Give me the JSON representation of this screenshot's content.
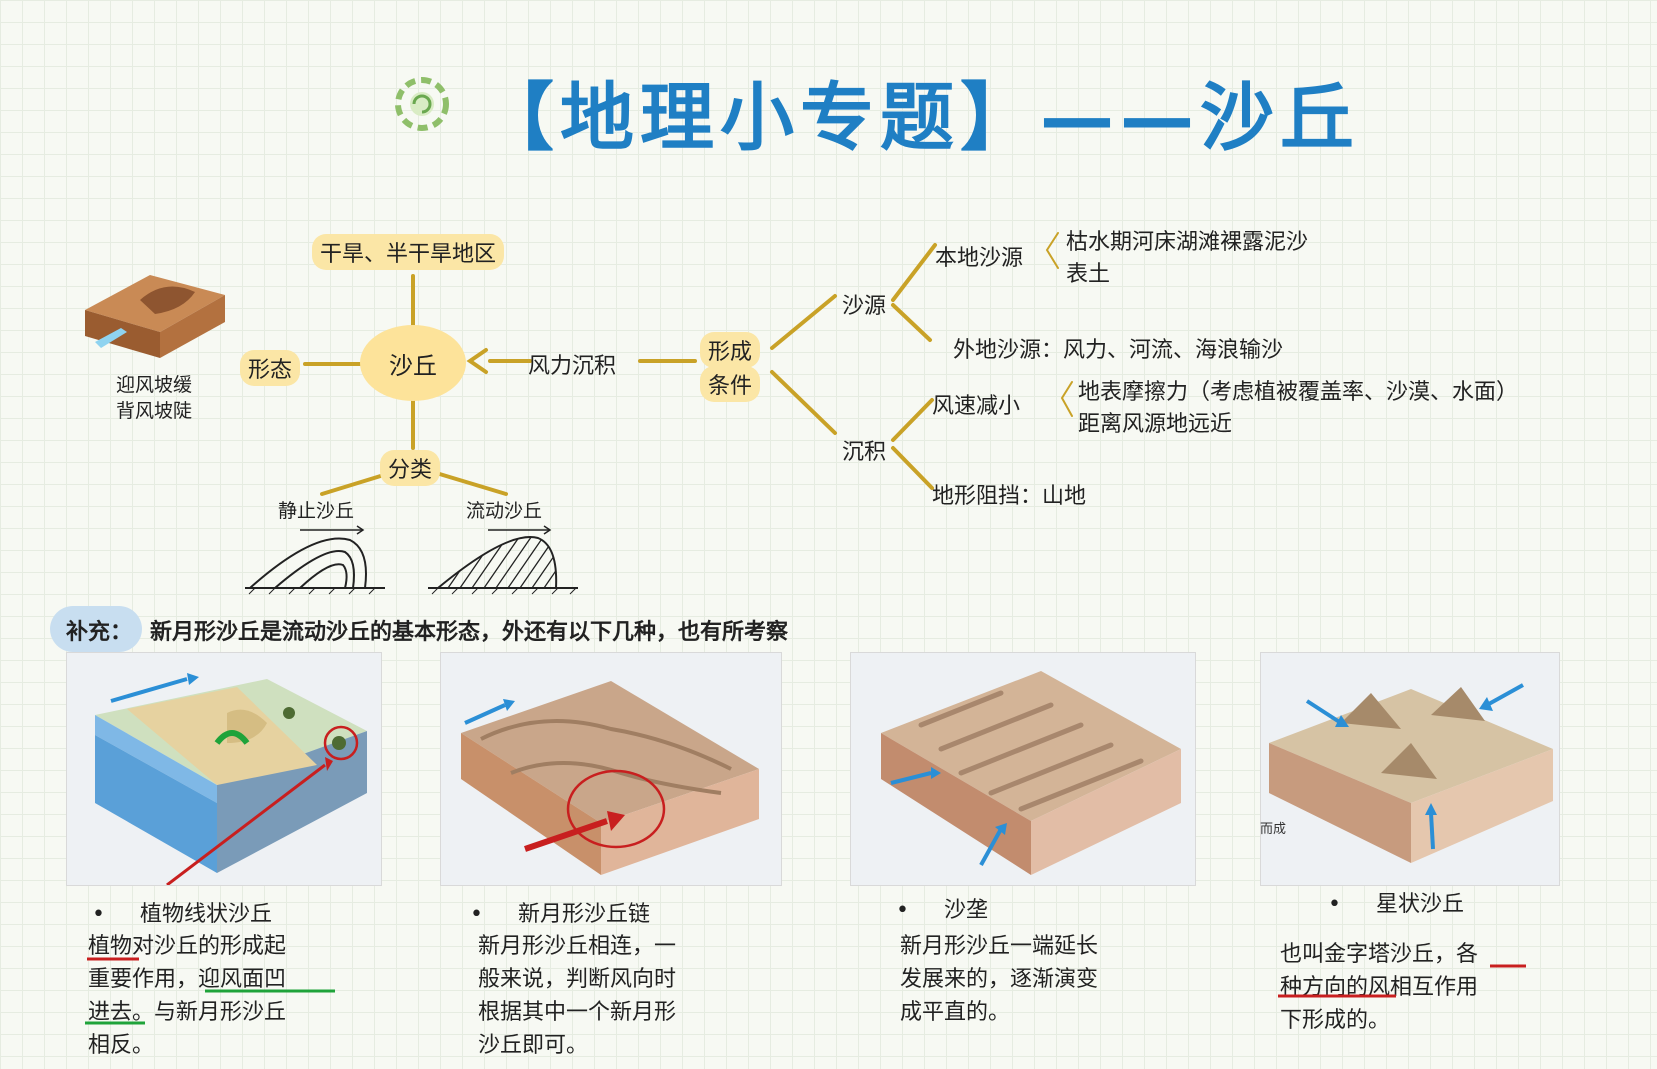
{
  "title": "【地理小专题】——沙丘",
  "mindmap": {
    "center": "沙丘",
    "top": "干旱、半干旱地区",
    "left": "形态",
    "left_caption_1": "迎风坡缓",
    "left_caption_2": "背风坡陡",
    "bottom": "分类",
    "static_dune": "静止沙丘",
    "moving_dune": "流动沙丘",
    "arrow_label": "风力沉积",
    "formation": "形成",
    "conditions": "条件",
    "sand_source": "沙源",
    "local_source": "本地沙源",
    "local_items": [
      "枯水期河床湖滩裸露泥沙",
      "表土"
    ],
    "external_source": "外地沙源：风力、河流、海浪输沙",
    "deposition": "沉积",
    "wind_decrease": "风速减小",
    "wind_items": [
      "地表摩擦力（考虑植被覆盖率、沙漠、水面）",
      "距离风源地远近"
    ],
    "terrain_block": "地形阻挡：山地"
  },
  "supplement": {
    "tag": "补充：",
    "text": "新月形沙丘是流动沙丘的基本形态，外还有以下几种，也有所考察"
  },
  "cards": [
    {
      "title": "植物线状沙丘",
      "lines": [
        "植物对沙丘的形成起",
        "重要作用，迎风面凹",
        "进去。与新月形沙丘",
        "相反。"
      ]
    },
    {
      "title": "新月形沙丘链",
      "lines": [
        "新月形沙丘相连，一",
        "般来说，判断风向时",
        "根据其中一个新月形",
        "沙丘即可。"
      ]
    },
    {
      "title": "沙垄",
      "lines": [
        "新月形沙丘一端延长",
        "发展来的，逐渐演变",
        "成平直的。"
      ]
    },
    {
      "title": "星状沙丘",
      "lines": [
        "也叫金字塔沙丘，各",
        "种方向的风相互作用",
        "下形成的。"
      ]
    }
  ],
  "photo_text": "而成",
  "colors": {
    "title_blue": "#1f7fc4",
    "branch_gold": "#c9a227",
    "highlight": "#fbe6a6",
    "annotation_red": "#c81f1f",
    "annotation_green": "#1fa33a",
    "arrow_blue": "#2b8fd6"
  }
}
